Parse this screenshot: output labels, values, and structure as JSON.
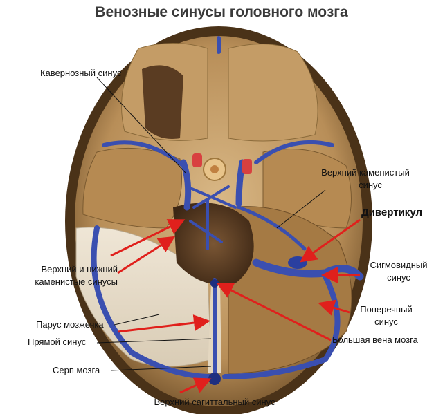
{
  "title": "Венозные синусы головного мозга",
  "labels": {
    "cavernous": "Кавернозный синус",
    "sup_petrosal_1": "Верхний каменистый",
    "sup_petrosal_2": "синус",
    "diverticulum": "Дивертикул",
    "petrosal_pair_1": "Верхний и нижний",
    "petrosal_pair_2": "каменистые синусы",
    "sigmoid_1": "Сигмовидный",
    "sigmoid_2": "синус",
    "transverse_1": "Поперечный",
    "transverse_2": "синус",
    "tentorium": "Парус мозжечка",
    "straight": "Прямой синус",
    "great_vein": "Большая вена мозга",
    "falx": "Серп мозга",
    "sup_sagittal": "Верхний сагиттальный синус"
  },
  "colors": {
    "bone": "#c9a36e",
    "bone_dark": "#8a6a3a",
    "dura": "#e8dcc8",
    "sinus_blue": "#3a4fb0",
    "arrow_red": "#e0201c",
    "fossa_dark": "#5a3c22"
  }
}
